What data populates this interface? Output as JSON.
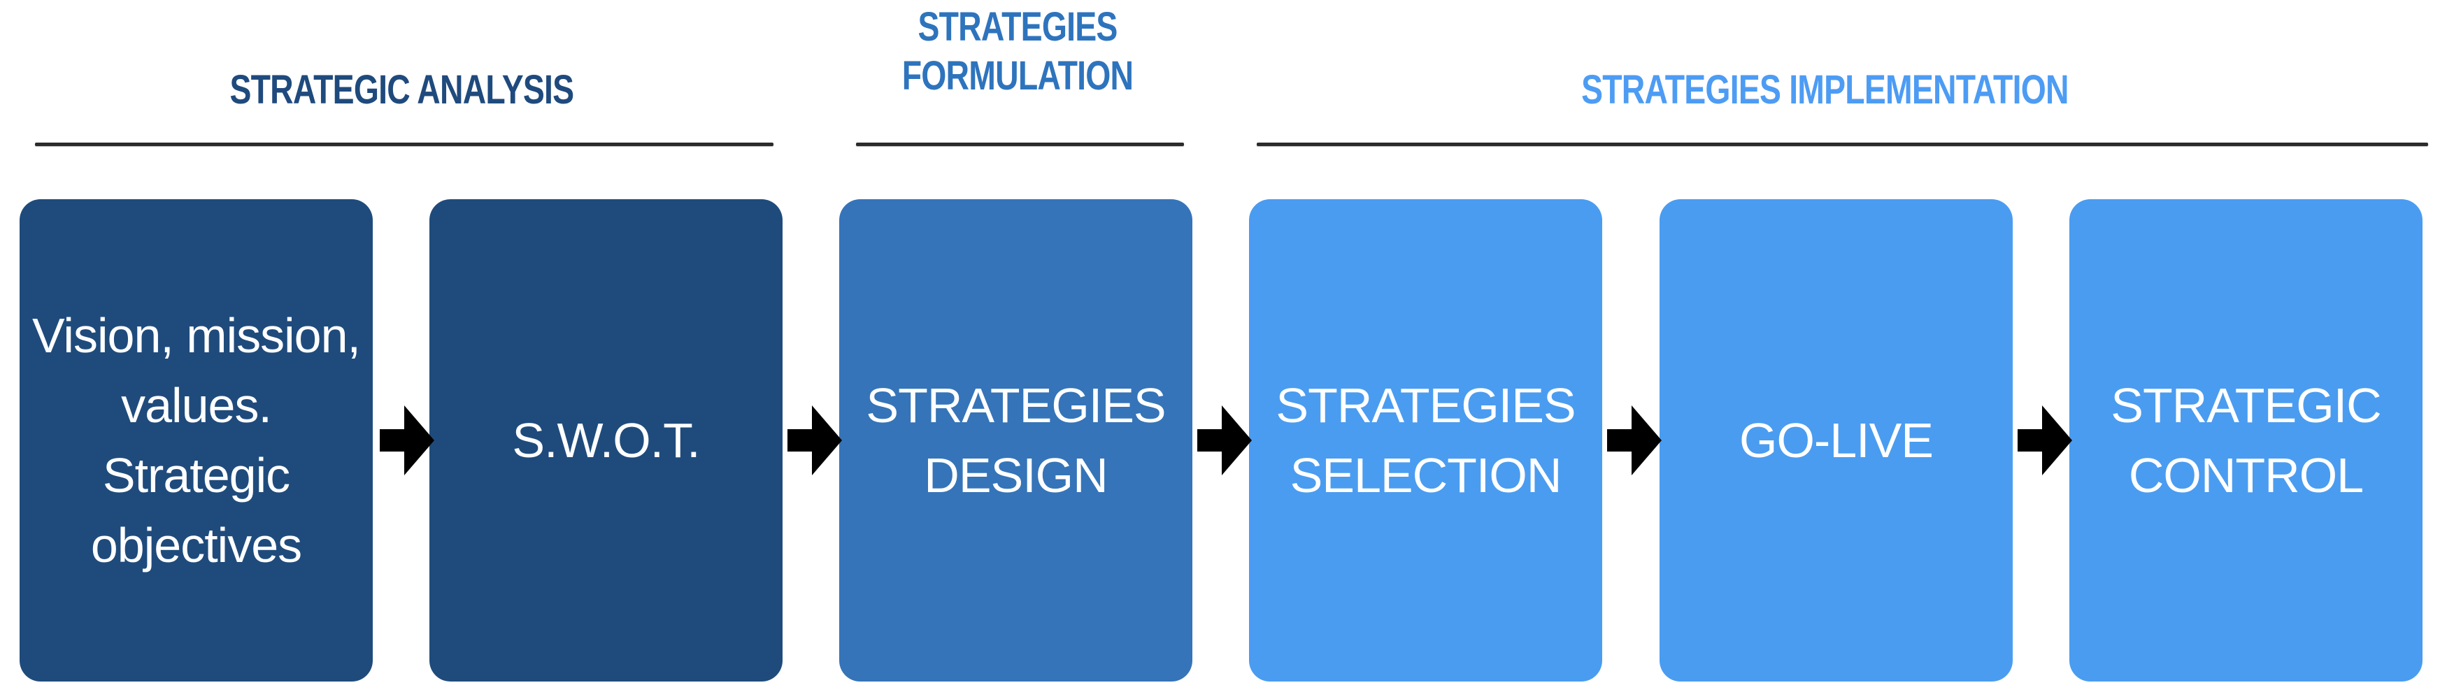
{
  "diagram": {
    "background": "#ffffff",
    "rule_color": "#2b2b2b",
    "arrow_color": "#000000",
    "box_text_color": "#ffffff",
    "sections": [
      {
        "label": "STRATEGIC ANALYSIS",
        "color": "#1f4a7d"
      },
      {
        "label": "STRATEGIES FORMULATION",
        "color": "#2e74bd"
      },
      {
        "label": "STRATEGIES IMPLEMENTATION",
        "color": "#4d9cf4"
      }
    ],
    "steps": [
      {
        "label": "Vision, mission, values. Strategic objectives",
        "fill": "#1f4b7c"
      },
      {
        "label": "S.W.O.T.",
        "fill": "#1f4b7c"
      },
      {
        "label": "STRATEGIES DESIGN",
        "fill": "#3574b8"
      },
      {
        "label": "STRATEGIES SELECTION",
        "fill": "#4a9cf0"
      },
      {
        "label": "GO-LIVE",
        "fill": "#4a9cf0"
      },
      {
        "label": "STRATEGIC CONTROL",
        "fill": "#4a9cf0"
      }
    ]
  }
}
